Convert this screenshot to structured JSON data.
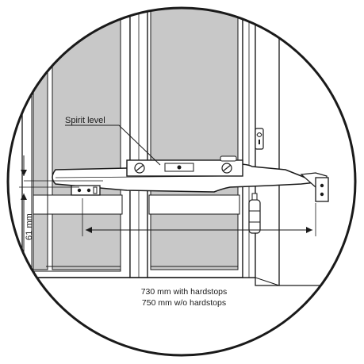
{
  "labels": {
    "spirit_level": "Spirit level",
    "height_dimension": "61 mm",
    "length_with_hardstops": "730 mm with hardstops",
    "length_without_hardstops": "750 mm w/o hardstops"
  },
  "colors": {
    "glass": "#c8c8c8",
    "frame": "#ffffff",
    "line": "#1a1a1a",
    "background": "#ffffff"
  }
}
